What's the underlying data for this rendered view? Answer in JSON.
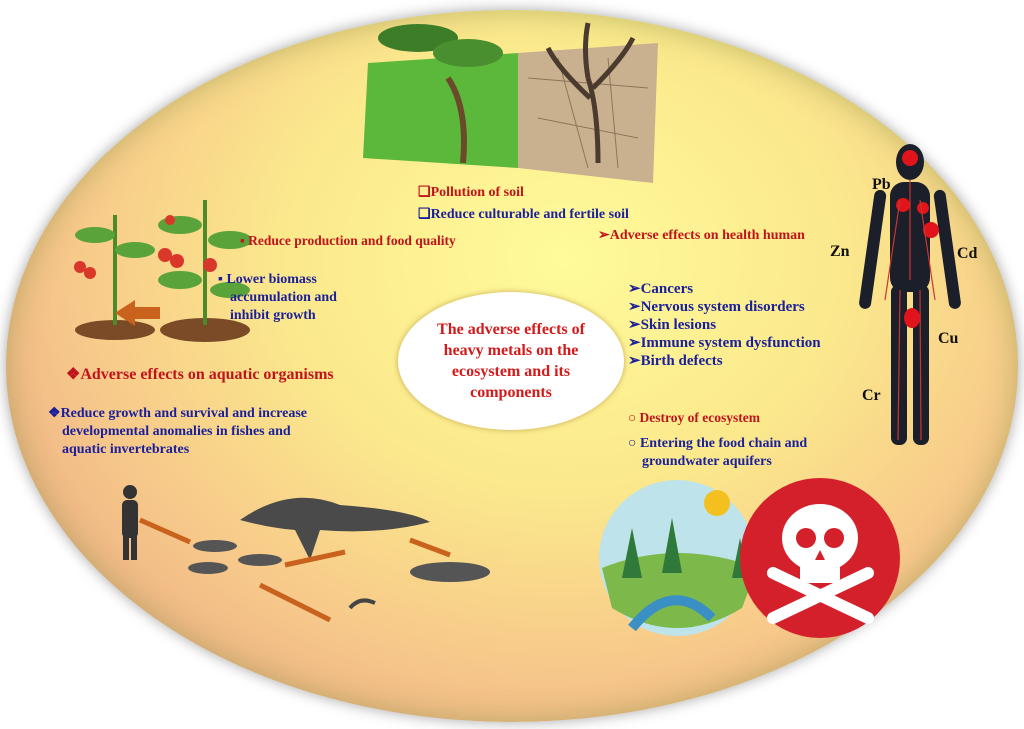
{
  "title": "The adverse effects of heavy metals on the ecosystem and its components",
  "soil": {
    "item1": "Pollution of soil",
    "item2": "Reduce culturable and fertile soil"
  },
  "plants": {
    "item1": "Reduce production and food quality",
    "item2_lines": [
      "Lower biomass",
      "accumulation and",
      "inhibit growth"
    ]
  },
  "aquatic": {
    "heading": "Adverse effects on aquatic organisms",
    "lines": [
      "Reduce growth and survival and increase",
      "developmental anomalies in fishes and",
      "aquatic invertebrates"
    ]
  },
  "health": {
    "heading": "Adverse effects on health human",
    "items": [
      "Cancers",
      "Nervous system disorders",
      "Skin lesions",
      "Immune system dysfunction",
      "Birth defects"
    ]
  },
  "ecosystem": {
    "item1": "Destroy of ecosystem",
    "item2_lines": [
      "Entering the food chain and",
      "groundwater aquifers"
    ]
  },
  "metals": [
    "Pb",
    "Zn",
    "Cd",
    "Cu",
    "Cr"
  ],
  "bullets": {
    "square": "❑",
    "small_square": "▪",
    "arrow": "➢",
    "diamond": "❖",
    "circle": "○"
  },
  "colors": {
    "red": "#c0141c",
    "blue": "#1a1f9a",
    "skull_bg": "#d4202a"
  }
}
